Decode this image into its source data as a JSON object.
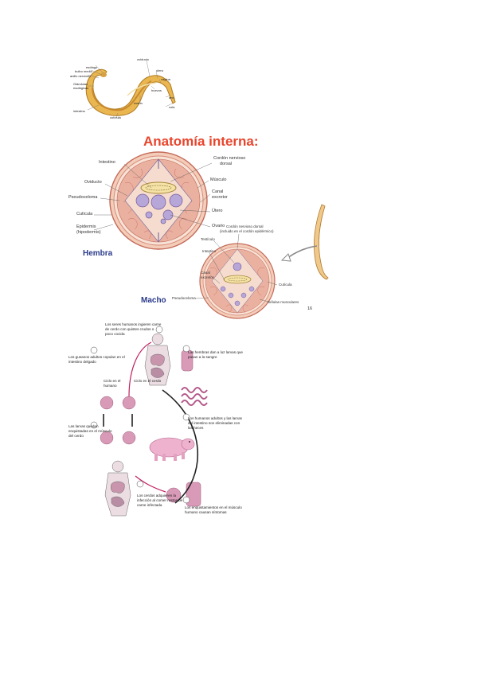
{
  "worm_labels": {
    "esofago": "esófago",
    "bulbo_medio": "bulbo medio",
    "anillo_nervioso": "anillo nervioso",
    "glandulas": "Glándulas",
    "esofagicas": "esofágicas",
    "intestino": "intestino",
    "cuticula": "cutícula",
    "ovario": "ovario",
    "oviducto": "oviducto",
    "utero": "útero",
    "vagina": "vagina",
    "huevos": "huevos",
    "ano": "ano",
    "cola": "cola"
  },
  "anatomy": {
    "title": "Anatomía interna:",
    "hembra": "Hembra",
    "macho": "Macho",
    "page_number": "16",
    "female_labels": {
      "intestino": "Intestino",
      "cordon": "Cordón nervioso",
      "dorsal": "dorsal",
      "musculo": "Músculo",
      "oviducto": "Oviducto",
      "canal": "Canal",
      "excretor": "excretor",
      "pseudoceloma": "Pseudoceloma",
      "utero": "Útero",
      "cuticula": "Cutícula",
      "epidermis": "Epidermis",
      "hipodermis": "(hipodermis)",
      "ovario": "Ovario"
    },
    "male_labels": {
      "cordon_dorsal": "Cordón nervioso dorsal",
      "incluido": "(incluido en el cordón epidérmico)",
      "testiculo": "Testículo",
      "intestino": "Intestino",
      "canal": "Canal",
      "excretor": "excretor",
      "cuticula": "Cutícula",
      "pseudoceloma": "Pseudoceloma",
      "celulas": "Células musculares"
    }
  },
  "cycle": {
    "step1": "Los seres humanos ingieren carne de cerdo con quistes crudos o poco cocida",
    "step2": "Los gusanos adultos copulan en el intestino delgado",
    "step3": "Las hembras dan a luz larvas que pasan a la sangre",
    "step4": "Los humanos adultos y las larvas del intestino son eliminadas con las heces",
    "step5": "Las larvas quedan enquistadas en el músculo del cerdo",
    "step6": "Los cerdos adquieren la infección al comer restos de carne infectada",
    "step7": "Los enquistamientos en el músculo humano causan síntomas",
    "label_ciclo_humano": "Ciclo en el humano",
    "label_ciclo_cerdo": "Ciclo en el cerdo"
  }
}
